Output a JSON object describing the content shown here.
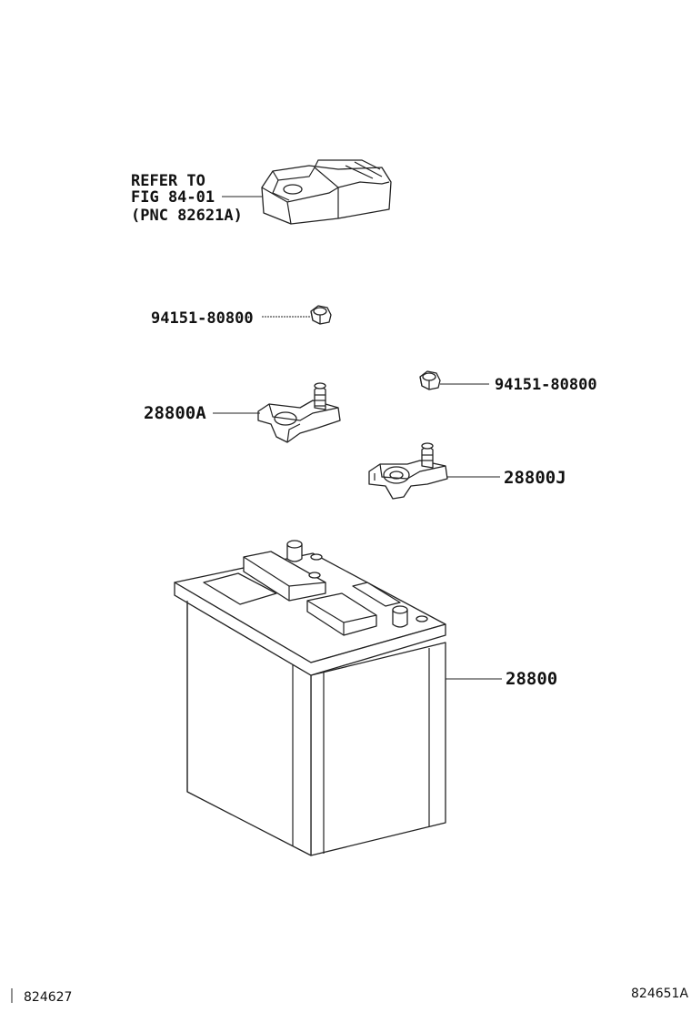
{
  "callouts": {
    "refer_line1": "REFER TO",
    "refer_line2": "FIG 84-01",
    "refer_line3": "(PNC 82621A)",
    "nut_left": "94151-80800",
    "nut_right": "94151-80800",
    "terminal_a": "28800A",
    "terminal_j": "28800J",
    "battery": "28800"
  },
  "footer": {
    "left_code": "824627",
    "right_code": "824651A"
  }
}
